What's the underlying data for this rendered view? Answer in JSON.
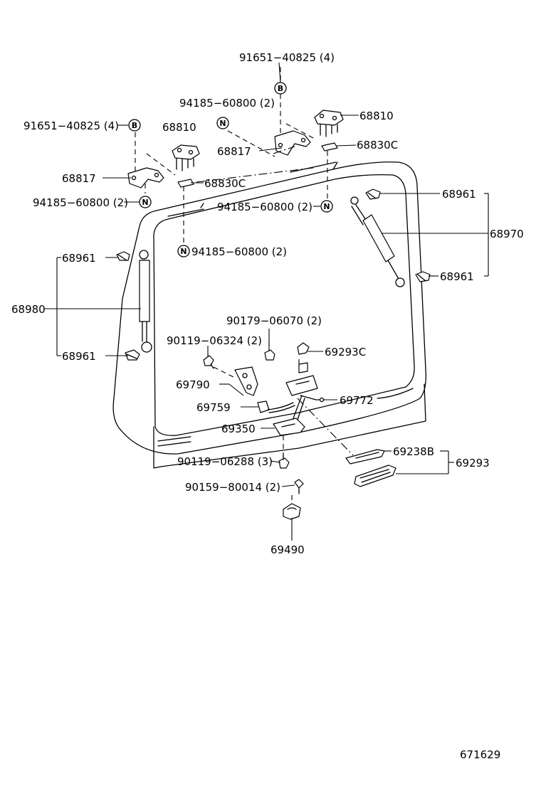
{
  "labels": {
    "l91651_top": "91651−40825 (4)",
    "l94185_a": "94185−60800 (2)",
    "l68810_r": "68810",
    "l68817_r": "68817",
    "l68830c_r": "68830C",
    "l91651_left": "91651−40825 (4)",
    "l68810_l": "68810",
    "l68817_l": "68817",
    "l68830c_l": "68830C",
    "l94185_b": "94185−60800 (2)",
    "l94185_c": "94185−60800 (2)",
    "l94185_d": "94185−60800 (2)",
    "l68961_tr": "68961",
    "l68970": "68970",
    "l68961_br": "68961",
    "l68961_tl": "68961",
    "l68980": "68980",
    "l68961_bl": "68961",
    "l90179": "90179−06070 (2)",
    "l90119_a": "90119−06324 (2)",
    "l69293c": "69293C",
    "l69790": "69790",
    "l69772": "69772",
    "l69759": "69759",
    "l69350": "69350",
    "l90119_b": "90119−06288 (3)",
    "l69238b": "69238B",
    "l69293": "69293",
    "l90159": "90159−80014 (2)",
    "l69490": "69490",
    "code": "671629"
  },
  "callouts": {
    "B": "B",
    "N": "N"
  }
}
